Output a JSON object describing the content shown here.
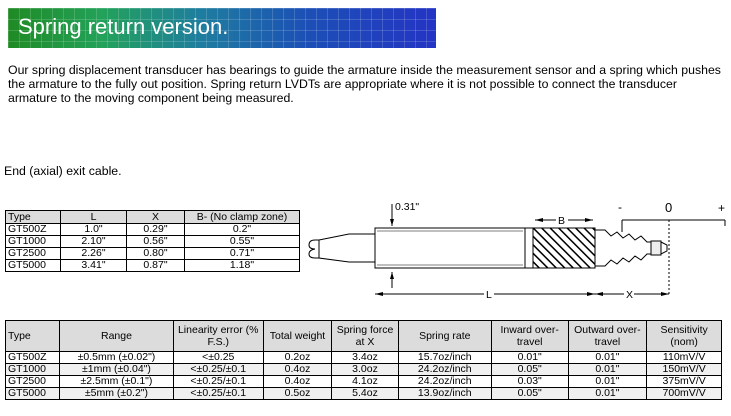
{
  "banner": {
    "title": "Spring return version."
  },
  "intro": "Our spring displacement transducer has bearings to guide the armature inside the measurement sensor and a spring which pushes the armature to the fully out position.  Spring return LVDTs are appropriate where it is not possible to connect the transducer armature to the moving component being measured.",
  "subhead": "End (axial) exit cable.",
  "dims_table": {
    "headers": [
      "Type",
      "L",
      "X",
      "B- (No clamp zone)"
    ],
    "rows": [
      [
        "GT500Z",
        "1.0\"",
        "0.29\"",
        "0.2\""
      ],
      [
        "GT1000",
        "2.10\"",
        "0.56\"",
        "0.55\""
      ],
      [
        "GT2500",
        "2.26\"",
        "0.80\"",
        "0.71\""
      ],
      [
        "GT5000",
        "3.41\"",
        "0.87\"",
        "1.18\""
      ]
    ]
  },
  "diagram": {
    "dim_031": "0.31\"",
    "label_b": "B",
    "label_l": "L",
    "label_x": "X",
    "minus": "-",
    "zero": "0",
    "plus": "+"
  },
  "specs_table": {
    "headers": [
      "Type",
      "Range",
      "Linearity error (% F.S.)",
      "Total weight",
      "Spring force at X",
      "Spring rate",
      "Inward over-travel",
      "Outward over-travel",
      "Sensitivity (nom)"
    ],
    "rows": [
      [
        "GT500Z",
        "±0.5mm (±0.02\")",
        "<±0.25",
        "0.2oz",
        "3.4oz",
        "15.7oz/inch",
        "0.01\"",
        "0.01\"",
        "110mV/V"
      ],
      [
        "GT1000",
        "±1mm (±0.04\")",
        "<±0.25/±0.1",
        "0.4oz",
        "3.0oz",
        "24.2oz/inch",
        "0.05\"",
        "0.01\"",
        "150mV/V"
      ],
      [
        "GT2500",
        "±2.5mm (±0.1\")",
        "<±0.25/±0.1",
        "0.4oz",
        "4.1oz",
        "24.2oz/inch",
        "0.03\"",
        "0.01\"",
        "375mV/V"
      ],
      [
        "GT5000",
        "±5mm (±0.2\")",
        "<±0.25/±0.1",
        "0.5oz",
        "5.4oz",
        "13.9oz/inch",
        "0.05\"",
        "0.01\"",
        "700mV/V"
      ]
    ]
  }
}
